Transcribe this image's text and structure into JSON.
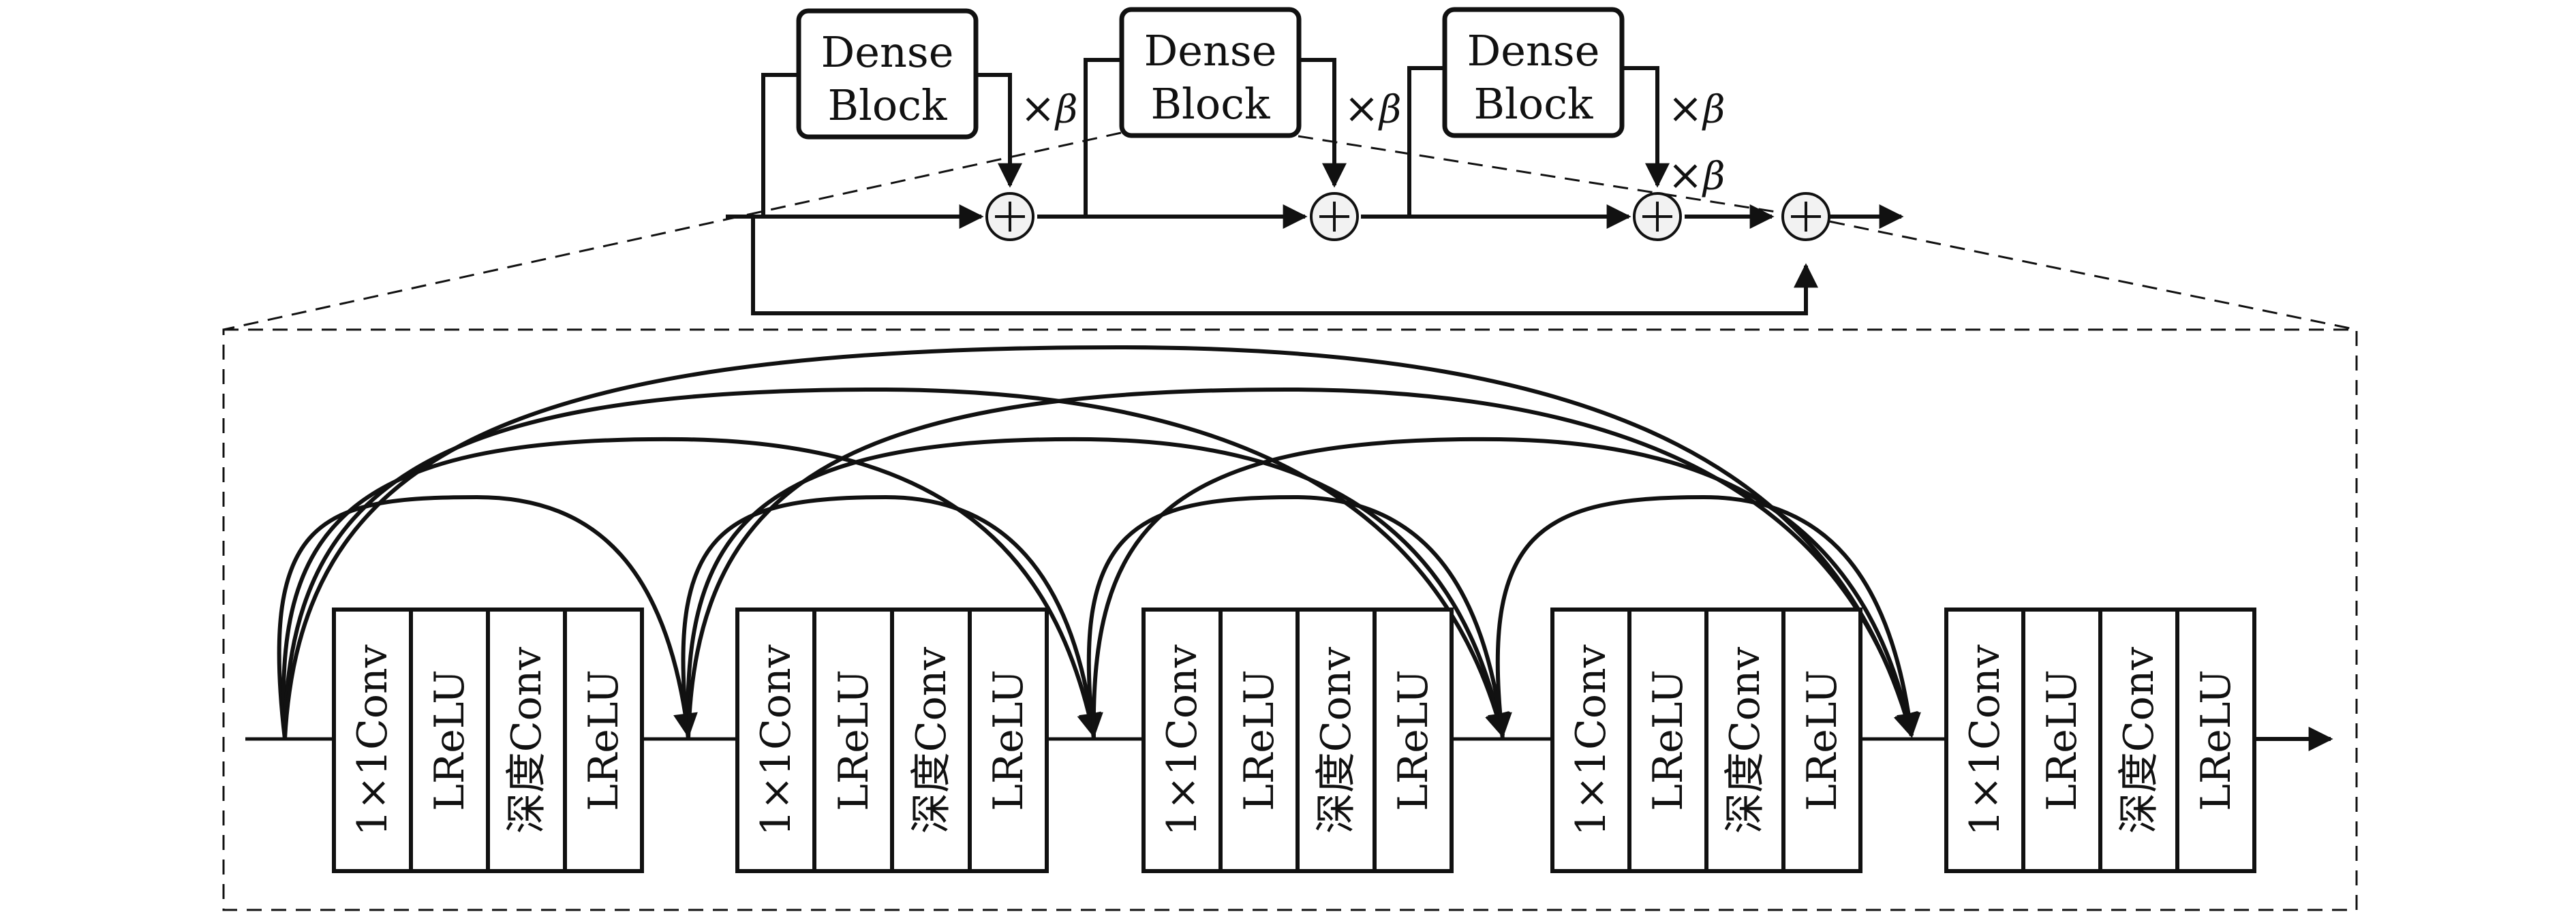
{
  "diagram": {
    "top_row": {
      "blocks": [
        {
          "line1": "Dense",
          "line2": "Block"
        },
        {
          "line1": "Dense",
          "line2": "Block"
        },
        {
          "line1": "Dense",
          "line2": "Block"
        }
      ],
      "scales": [
        {
          "times": "×",
          "var": "β"
        },
        {
          "times": "×",
          "var": "β"
        },
        {
          "times": "×",
          "var": "β"
        },
        {
          "times": "×",
          "var": "β"
        }
      ]
    },
    "dense_block": {
      "units": [
        {
          "layers": [
            "1×1Conv",
            "LReLU",
            "深度Conv",
            "LReLU"
          ]
        },
        {
          "layers": [
            "1×1Conv",
            "LReLU",
            "深度Conv",
            "LReLU"
          ]
        },
        {
          "layers": [
            "1×1Conv",
            "LReLU",
            "深度Conv",
            "LReLU"
          ]
        },
        {
          "layers": [
            "1×1Conv",
            "LReLU",
            "深度Conv",
            "LReLU"
          ]
        },
        {
          "layers": [
            "1×1Conv",
            "LReLU",
            "深度Conv",
            "LReLU"
          ]
        }
      ]
    },
    "colors": {
      "stroke": "#111111",
      "adder_fill": "#f2f2f2",
      "background": "#ffffff"
    }
  }
}
